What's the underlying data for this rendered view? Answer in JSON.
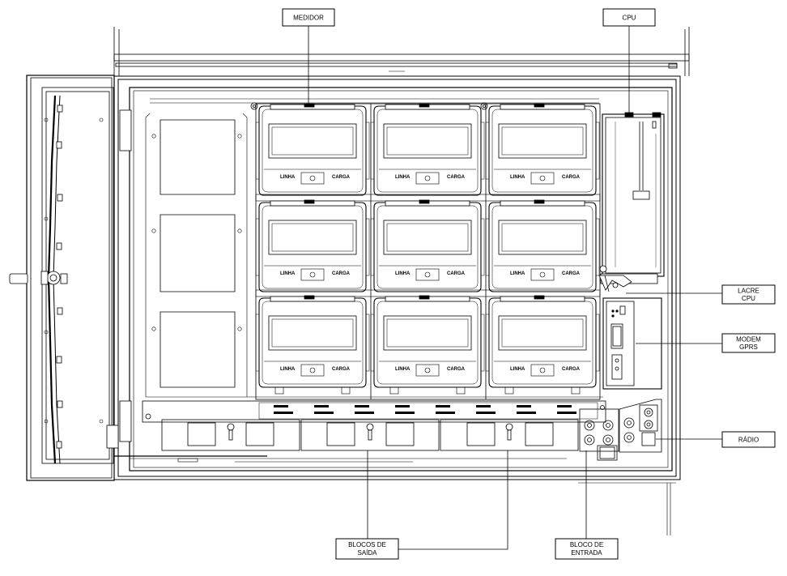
{
  "labels": {
    "medidor": "MEDIDOR",
    "cpu": "CPU",
    "lacre_cpu": [
      "LACRE",
      "CPU"
    ],
    "modem_gprs": [
      "MODEM",
      "GPRS"
    ],
    "radio": "RÁDIO",
    "blocos_saida": [
      "BLOCOS DE",
      "SAÍDA"
    ],
    "bloco_entrada": [
      "BLOCO DE",
      "ENTRADA"
    ]
  },
  "meter": {
    "linha": "LINHA",
    "carga": "CARGA"
  },
  "meter_grid": {
    "rows": 3,
    "cols": 3
  }
}
